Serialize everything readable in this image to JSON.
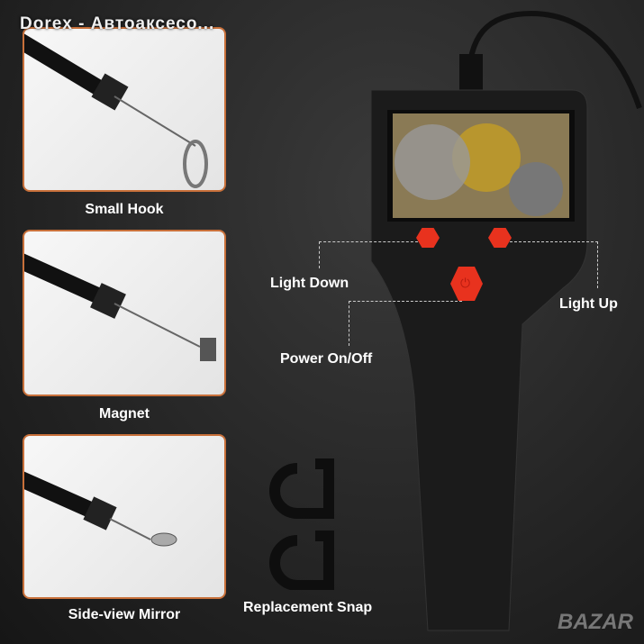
{
  "header": {
    "title": "Dorex - Автоаксесо..."
  },
  "accessories": [
    {
      "label": "Small Hook"
    },
    {
      "label": "Magnet"
    },
    {
      "label": "Side-view Mirror"
    }
  ],
  "device": {
    "light_down": "Light Down",
    "light_up": "Light Up",
    "power": "Power On/Off",
    "snap": "Replacement Snap"
  },
  "watermark": "BAZAR",
  "colors": {
    "accent": "#c8703a",
    "button": "#e8321e"
  }
}
